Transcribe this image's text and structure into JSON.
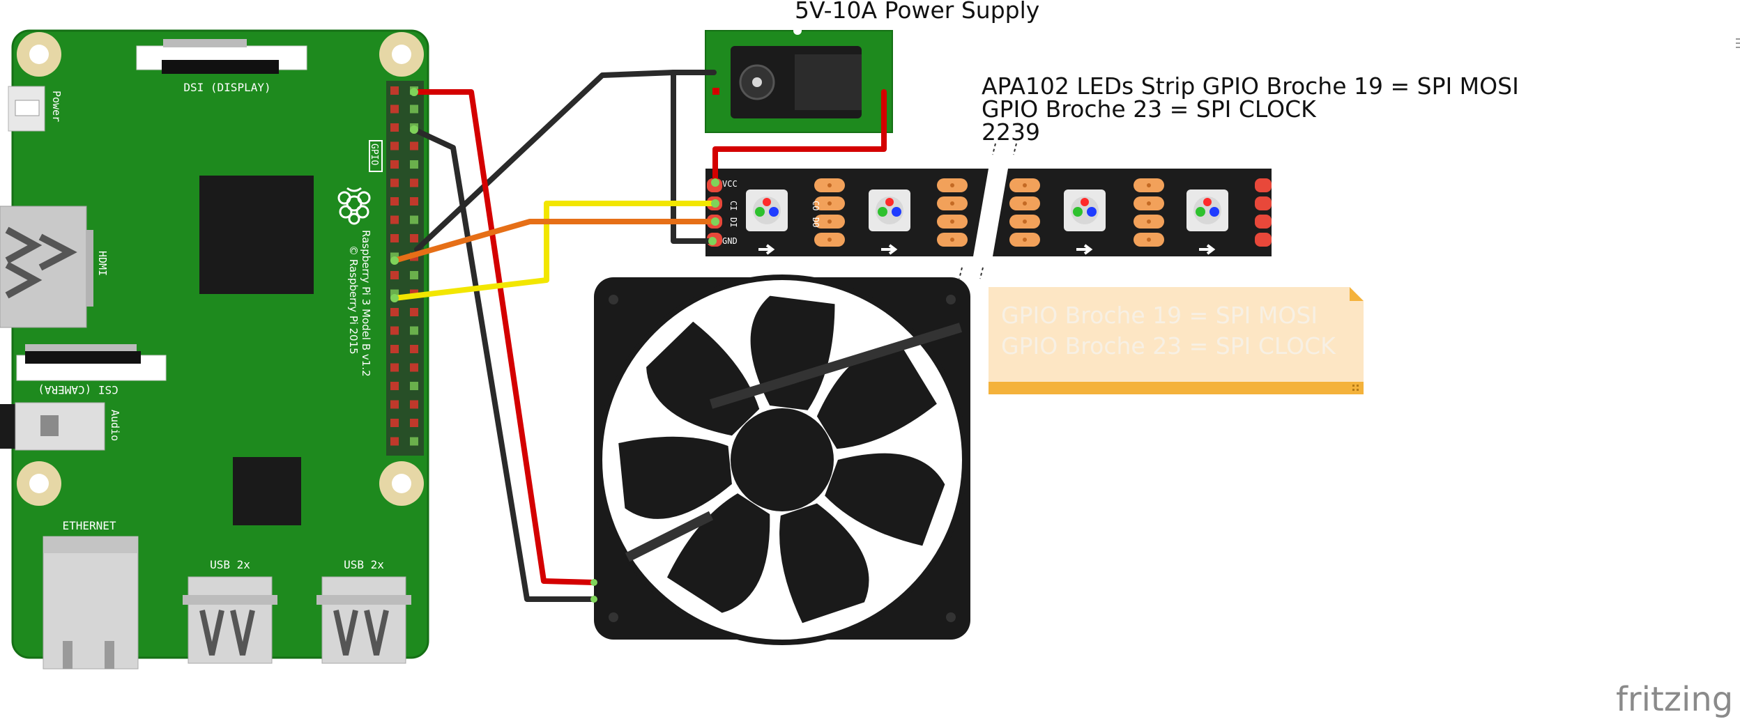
{
  "colors": {
    "board": "#1e8a1e",
    "board_edge": "#16701a",
    "wire_red": "#d40000",
    "wire_black": "#2a2a2a",
    "wire_yellow": "#f2e600",
    "wire_orange": "#e66f17",
    "strip": "#1c1c1c",
    "pad": "#f2a15a",
    "note_bg": "#fde6c4",
    "note_bar": "#f4b23b",
    "fan": "#1a1a1a"
  },
  "raspberry_pi": {
    "label_power": "Power",
    "label_dsi": "DSI (DISPLAY)",
    "label_hdmi": "HDMI",
    "label_gpio": "GPIO",
    "label_model": "Raspberry Pi 3 Model B v1.2",
    "label_copyright": "© Raspberry Pi 2015",
    "label_csi": "CSI (CAMERA)",
    "label_audio": "Audio",
    "label_ethernet": "ETHERNET",
    "label_usb1": "USB 2x",
    "label_usb2": "USB 2x"
  },
  "power_supply": {
    "title": "5V-10A Power Supply"
  },
  "led_strip": {
    "title_line1": "APA102 LEDs Strip GPIO Broche 19 = SPI MOSI",
    "title_line2": "GPIO Broche 23 = SPI CLOCK",
    "title_line3": "2239",
    "pin_vcc": "VCC",
    "pin_ci": "CI",
    "pin_di": "DI",
    "pin_gnd": "GND",
    "pin_co": "CO",
    "pin_do": "DO"
  },
  "note": {
    "line1": "GPIO Broche 19 = SPI MOSI",
    "line2": "GPIO Broche 23 = SPI CLOCK"
  },
  "brand": {
    "logo_text": "fritzing"
  }
}
